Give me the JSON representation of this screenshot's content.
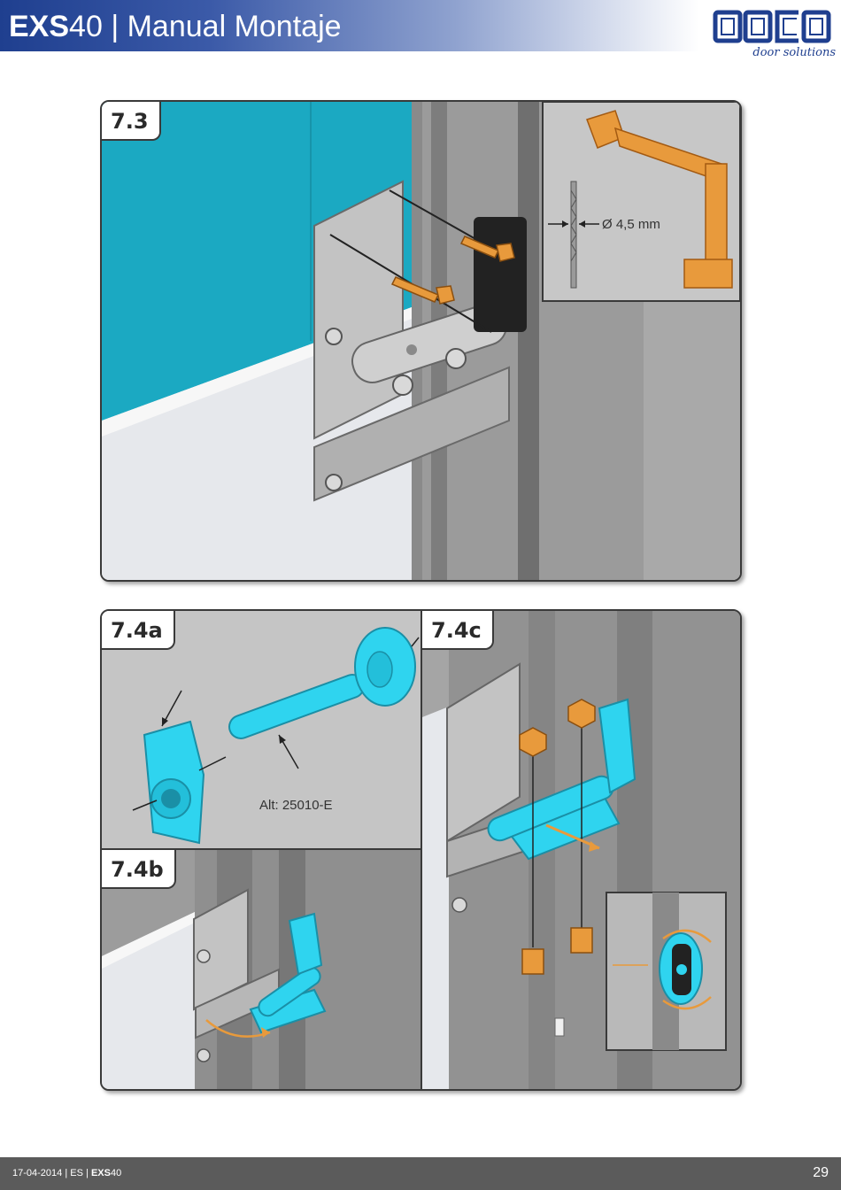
{
  "header": {
    "product_bold": "EXS",
    "product_model": "40",
    "separator": " | ",
    "title": "Manual Montaje",
    "logo_text": "DOCO",
    "tagline": "door solutions",
    "brand_color": "#1f3f8f"
  },
  "steps": {
    "s73": {
      "label": "7.3",
      "drill_label": "Ø 4,5 mm"
    },
    "s74a": {
      "label": "7.4a",
      "part_label": "Alt: 25010-E"
    },
    "s74b": {
      "label": "7.4b"
    },
    "s74c": {
      "label": "7.4c"
    }
  },
  "footer": {
    "date": "17-04-2014",
    "sep": " | ",
    "lang": "ES",
    "product_bold": "EXS",
    "product_model": "40",
    "page_number": "29"
  },
  "colors": {
    "panel_teal": "#1ba9c2",
    "part_cyan": "#2fd4ef",
    "hardware_orange": "#e89a3c",
    "footer_gray": "#5b5b5b"
  }
}
